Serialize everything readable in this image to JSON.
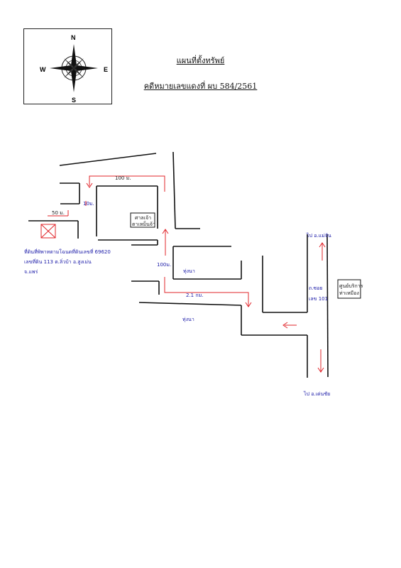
{
  "header": {
    "title": "แผนที่ตั้งทรัพย์",
    "case_number": "คดีหมายเลขแดงที่ ผบ 584/2561"
  },
  "compass": {
    "north": "N",
    "south": "S",
    "east": "E",
    "west": "W"
  },
  "labels": {
    "dist_100m_top": "100 ม.",
    "dist_10m": "10ม.",
    "dist_50m": "50 ม.",
    "dist_100m_mid": "100ม.",
    "dist_2km": "2.1 กม.",
    "shrine_1": "ศาลเจ้า",
    "shrine_2": "ตาเหม็นจ้า",
    "paddy_1": "ทุ่งนา",
    "paddy_2": "ทุ่งนา",
    "soi_1": "ถ.ซอย",
    "soi_2": "เลข 101",
    "station_1": "ศูนย์บริการ",
    "station_2": "ท่าเหมือง",
    "to_north": "ไป อ.แม่จัน",
    "to_south": "ไป อ.เด่นชัย",
    "property_1": "ที่ดินที่พิพาทตามโฉนดที่ดินเลขที่ 69620",
    "property_2": "เลขที่ดิน 113 ต.ลิ่วบ้า อ.สูงเม่น",
    "property_3": "จ.แพร่"
  },
  "colors": {
    "road": "#111111",
    "arrow": "#e0242a",
    "handwriting": "#1a1aa8"
  }
}
